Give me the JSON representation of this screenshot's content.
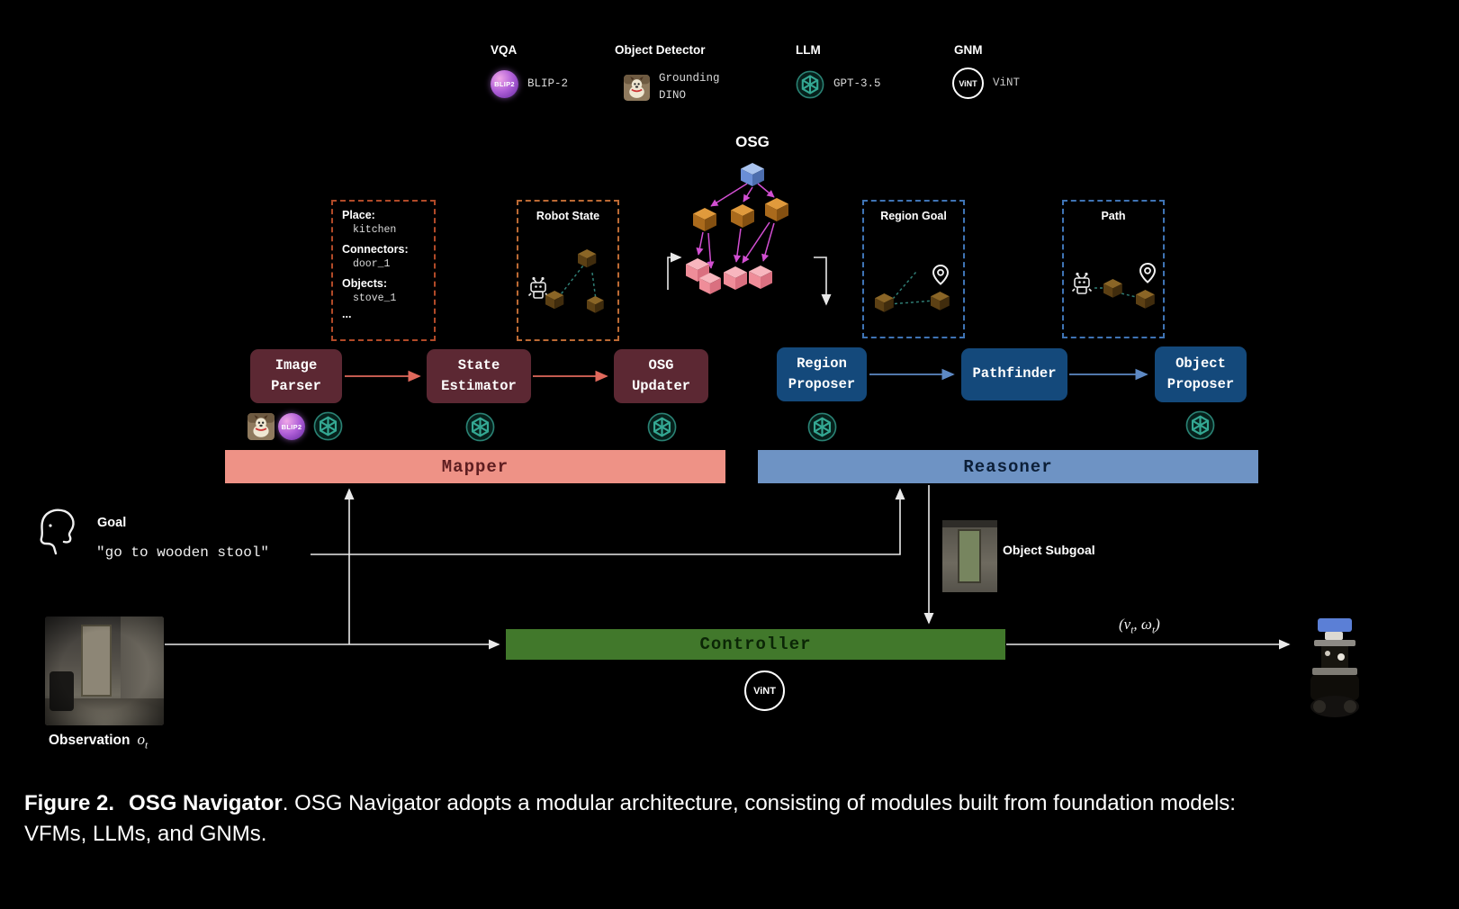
{
  "legend": {
    "items": [
      {
        "category": "VQA",
        "model": "BLIP-2"
      },
      {
        "category": "Object Detector",
        "model": "Grounding DINO"
      },
      {
        "category": "LLM",
        "model": "GPT-3.5"
      },
      {
        "category": "GNM",
        "model": "ViNT"
      }
    ]
  },
  "icons": {
    "blip2": "BLIP2",
    "vint": "ViNT"
  },
  "osg": {
    "title": "OSG"
  },
  "panels": {
    "place": {
      "fields": [
        {
          "label": "Place:",
          "value": "kitchen"
        },
        {
          "label": "Connectors:",
          "value": "door_1"
        },
        {
          "label": "Objects:",
          "value": "stove_1"
        }
      ],
      "ellipsis": "..."
    },
    "robot_state": {
      "title": "Robot State"
    },
    "region_goal": {
      "title": "Region Goal"
    },
    "path": {
      "title": "Path"
    }
  },
  "modules": {
    "image_parser": {
      "label": "Image\nParser"
    },
    "state_estimator": {
      "label": "State\nEstimator"
    },
    "osg_updater": {
      "label": "OSG\nUpdater"
    },
    "region_proposer": {
      "label": "Region\nProposer"
    },
    "pathfinder": {
      "label": "Pathfinder"
    },
    "object_proposer": {
      "label": "Object\nProposer"
    }
  },
  "bars": {
    "mapper": "Mapper",
    "reasoner": "Reasoner",
    "controller": "Controller"
  },
  "goal": {
    "label": "Goal",
    "text": "\"go to wooden stool\""
  },
  "observation": {
    "label": "Observation",
    "var": "o",
    "sub": "t"
  },
  "object_subgoal": {
    "label": "Object Subgoal"
  },
  "output": {
    "open": "(",
    "v": "v",
    "sub1": "t",
    "sep": ", ",
    "omega": "ω",
    "sub2": "t",
    "close": ")"
  },
  "caption": {
    "fig": "Figure 2.",
    "bold": "OSG Navigator",
    "line1_rest": ". OSG Navigator adopts a modular architecture, consisting of modules built from foundation models:",
    "line2": "VFMs, LLMs, and GNMs."
  },
  "colors": {
    "maroon_module": "#5c2833",
    "navy_module": "#14497b",
    "mapper_bar": "#ee9286",
    "reasoner_bar": "#6e93c4",
    "controller_bar": "#41782b",
    "magenta_edge": "#d24fd2",
    "openai_teal": "#34a893"
  }
}
